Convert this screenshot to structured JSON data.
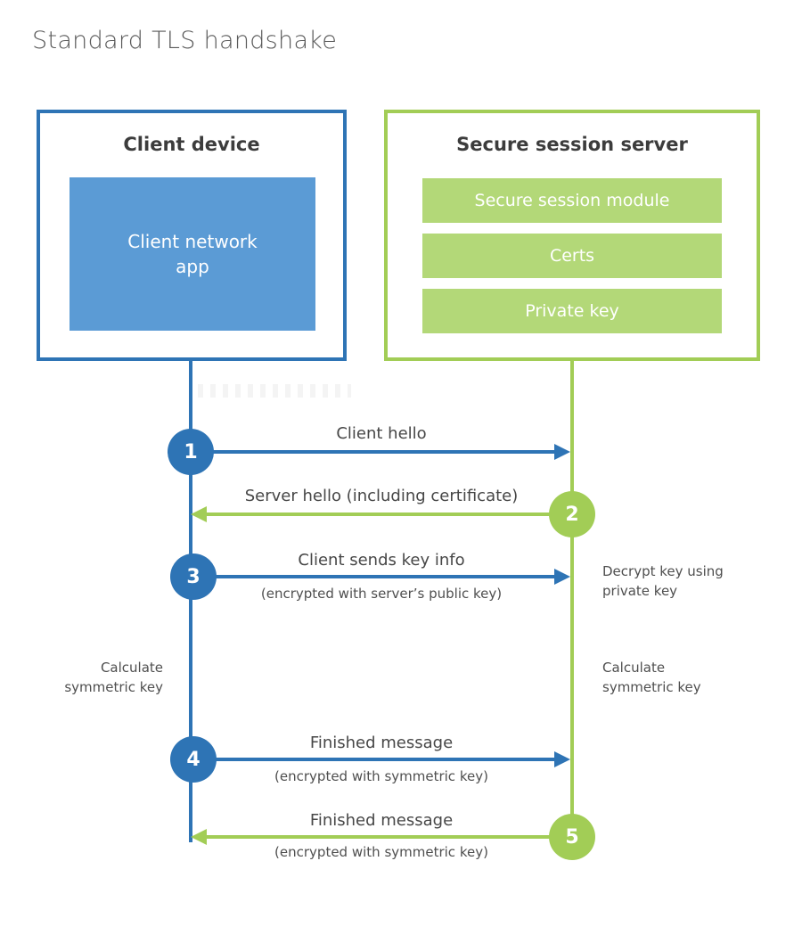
{
  "title": "Standard TLS handshake",
  "colors": {
    "blue": "#2E74B5",
    "light_blue": "#5B9BD5",
    "green": "#A2CD56",
    "light_green": "#B3D878",
    "heading_text": "#3C3C3C",
    "title_text": "#595959",
    "label_text": "#474747",
    "note_text": "#4F4F4F"
  },
  "client_box": {
    "title": "Client device",
    "app": {
      "line1": "Client network",
      "line2": "app"
    }
  },
  "server_box": {
    "title": "Secure session server",
    "modules": [
      "Secure session module",
      "Certs",
      "Private key"
    ]
  },
  "steps": [
    {
      "num": "1",
      "label": "Client hello",
      "sub": "",
      "direction": "right",
      "color": "blue"
    },
    {
      "num": "2",
      "label": "Server hello (including certificate)",
      "sub": "",
      "direction": "left",
      "color": "green"
    },
    {
      "num": "3",
      "label": "Client sends key info",
      "sub": "(encrypted with server’s public key)",
      "direction": "right",
      "color": "blue"
    },
    {
      "num": "4",
      "label": "Finished message",
      "sub": "(encrypted with symmetric key)",
      "direction": "right",
      "color": "blue"
    },
    {
      "num": "5",
      "label": "Finished message",
      "sub": "(encrypted with symmetric key)",
      "direction": "left",
      "color": "green"
    }
  ],
  "notes": {
    "decrypt": {
      "line1": "Decrypt key using",
      "line2": "private key"
    },
    "calc_left": {
      "line1": "Calculate",
      "line2": "symmetric key"
    },
    "calc_right": {
      "line1": "Calculate",
      "line2": "symmetric key"
    }
  }
}
